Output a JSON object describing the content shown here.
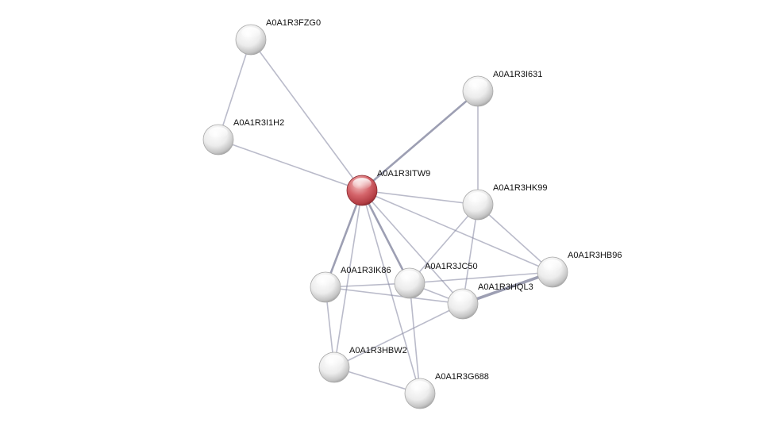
{
  "network": {
    "query_node": "A0A1R3ITW9",
    "nodes": [
      {
        "id": "A0A1R3FZG0",
        "label": "A0A1R3FZG0",
        "query": false
      },
      {
        "id": "A0A1R3I1H2",
        "label": "A0A1R3I1H2",
        "query": false
      },
      {
        "id": "A0A1R3I631",
        "label": "A0A1R3I631",
        "query": false
      },
      {
        "id": "A0A1R3ITW9",
        "label": "A0A1R3ITW9",
        "query": true
      },
      {
        "id": "A0A1R3HK99",
        "label": "A0A1R3HK99",
        "query": false
      },
      {
        "id": "A0A1R3HB96",
        "label": "A0A1R3HB96",
        "query": false
      },
      {
        "id": "A0A1R3IK86",
        "label": "A0A1R3IK86",
        "query": false
      },
      {
        "id": "A0A1R3JC50",
        "label": "A0A1R3JC50",
        "query": false
      },
      {
        "id": "A0A1R3HQL3",
        "label": "A0A1R3HQL3",
        "query": false
      },
      {
        "id": "A0A1R3HBW2",
        "label": "A0A1R3HBW2",
        "query": false
      },
      {
        "id": "A0A1R3G688",
        "label": "A0A1R3G688",
        "query": false
      }
    ],
    "edges": [
      {
        "source": "A0A1R3FZG0",
        "target": "A0A1R3I1H2",
        "weight": 1
      },
      {
        "source": "A0A1R3FZG0",
        "target": "A0A1R3ITW9",
        "weight": 1
      },
      {
        "source": "A0A1R3I1H2",
        "target": "A0A1R3ITW9",
        "weight": 1
      },
      {
        "source": "A0A1R3I631",
        "target": "A0A1R3ITW9",
        "weight": 2
      },
      {
        "source": "A0A1R3I631",
        "target": "A0A1R3HK99",
        "weight": 1
      },
      {
        "source": "A0A1R3ITW9",
        "target": "A0A1R3HK99",
        "weight": 1
      },
      {
        "source": "A0A1R3ITW9",
        "target": "A0A1R3HB96",
        "weight": 1
      },
      {
        "source": "A0A1R3ITW9",
        "target": "A0A1R3IK86",
        "weight": 2
      },
      {
        "source": "A0A1R3ITW9",
        "target": "A0A1R3JC50",
        "weight": 2
      },
      {
        "source": "A0A1R3ITW9",
        "target": "A0A1R3HQL3",
        "weight": 1
      },
      {
        "source": "A0A1R3ITW9",
        "target": "A0A1R3HBW2",
        "weight": 1
      },
      {
        "source": "A0A1R3ITW9",
        "target": "A0A1R3G688",
        "weight": 1
      },
      {
        "source": "A0A1R3HK99",
        "target": "A0A1R3HB96",
        "weight": 1
      },
      {
        "source": "A0A1R3HK99",
        "target": "A0A1R3JC50",
        "weight": 1
      },
      {
        "source": "A0A1R3HK99",
        "target": "A0A1R3HQL3",
        "weight": 1
      },
      {
        "source": "A0A1R3HB96",
        "target": "A0A1R3HQL3",
        "weight": 3
      },
      {
        "source": "A0A1R3HB96",
        "target": "A0A1R3JC50",
        "weight": 1
      },
      {
        "source": "A0A1R3IK86",
        "target": "A0A1R3JC50",
        "weight": 1
      },
      {
        "source": "A0A1R3IK86",
        "target": "A0A1R3HQL3",
        "weight": 1
      },
      {
        "source": "A0A1R3JC50",
        "target": "A0A1R3HQL3",
        "weight": 1
      },
      {
        "source": "A0A1R3JC50",
        "target": "A0A1R3G688",
        "weight": 1
      },
      {
        "source": "A0A1R3HQL3",
        "target": "A0A1R3HBW2",
        "weight": 1
      },
      {
        "source": "A0A1R3HBW2",
        "target": "A0A1R3G688",
        "weight": 1
      },
      {
        "source": "A0A1R3HBW2",
        "target": "A0A1R3IK86",
        "weight": 1
      }
    ],
    "colors": {
      "query_node": "#c4444b",
      "other_node": "#e6e6e6",
      "edge": "#8c8ea6"
    }
  }
}
